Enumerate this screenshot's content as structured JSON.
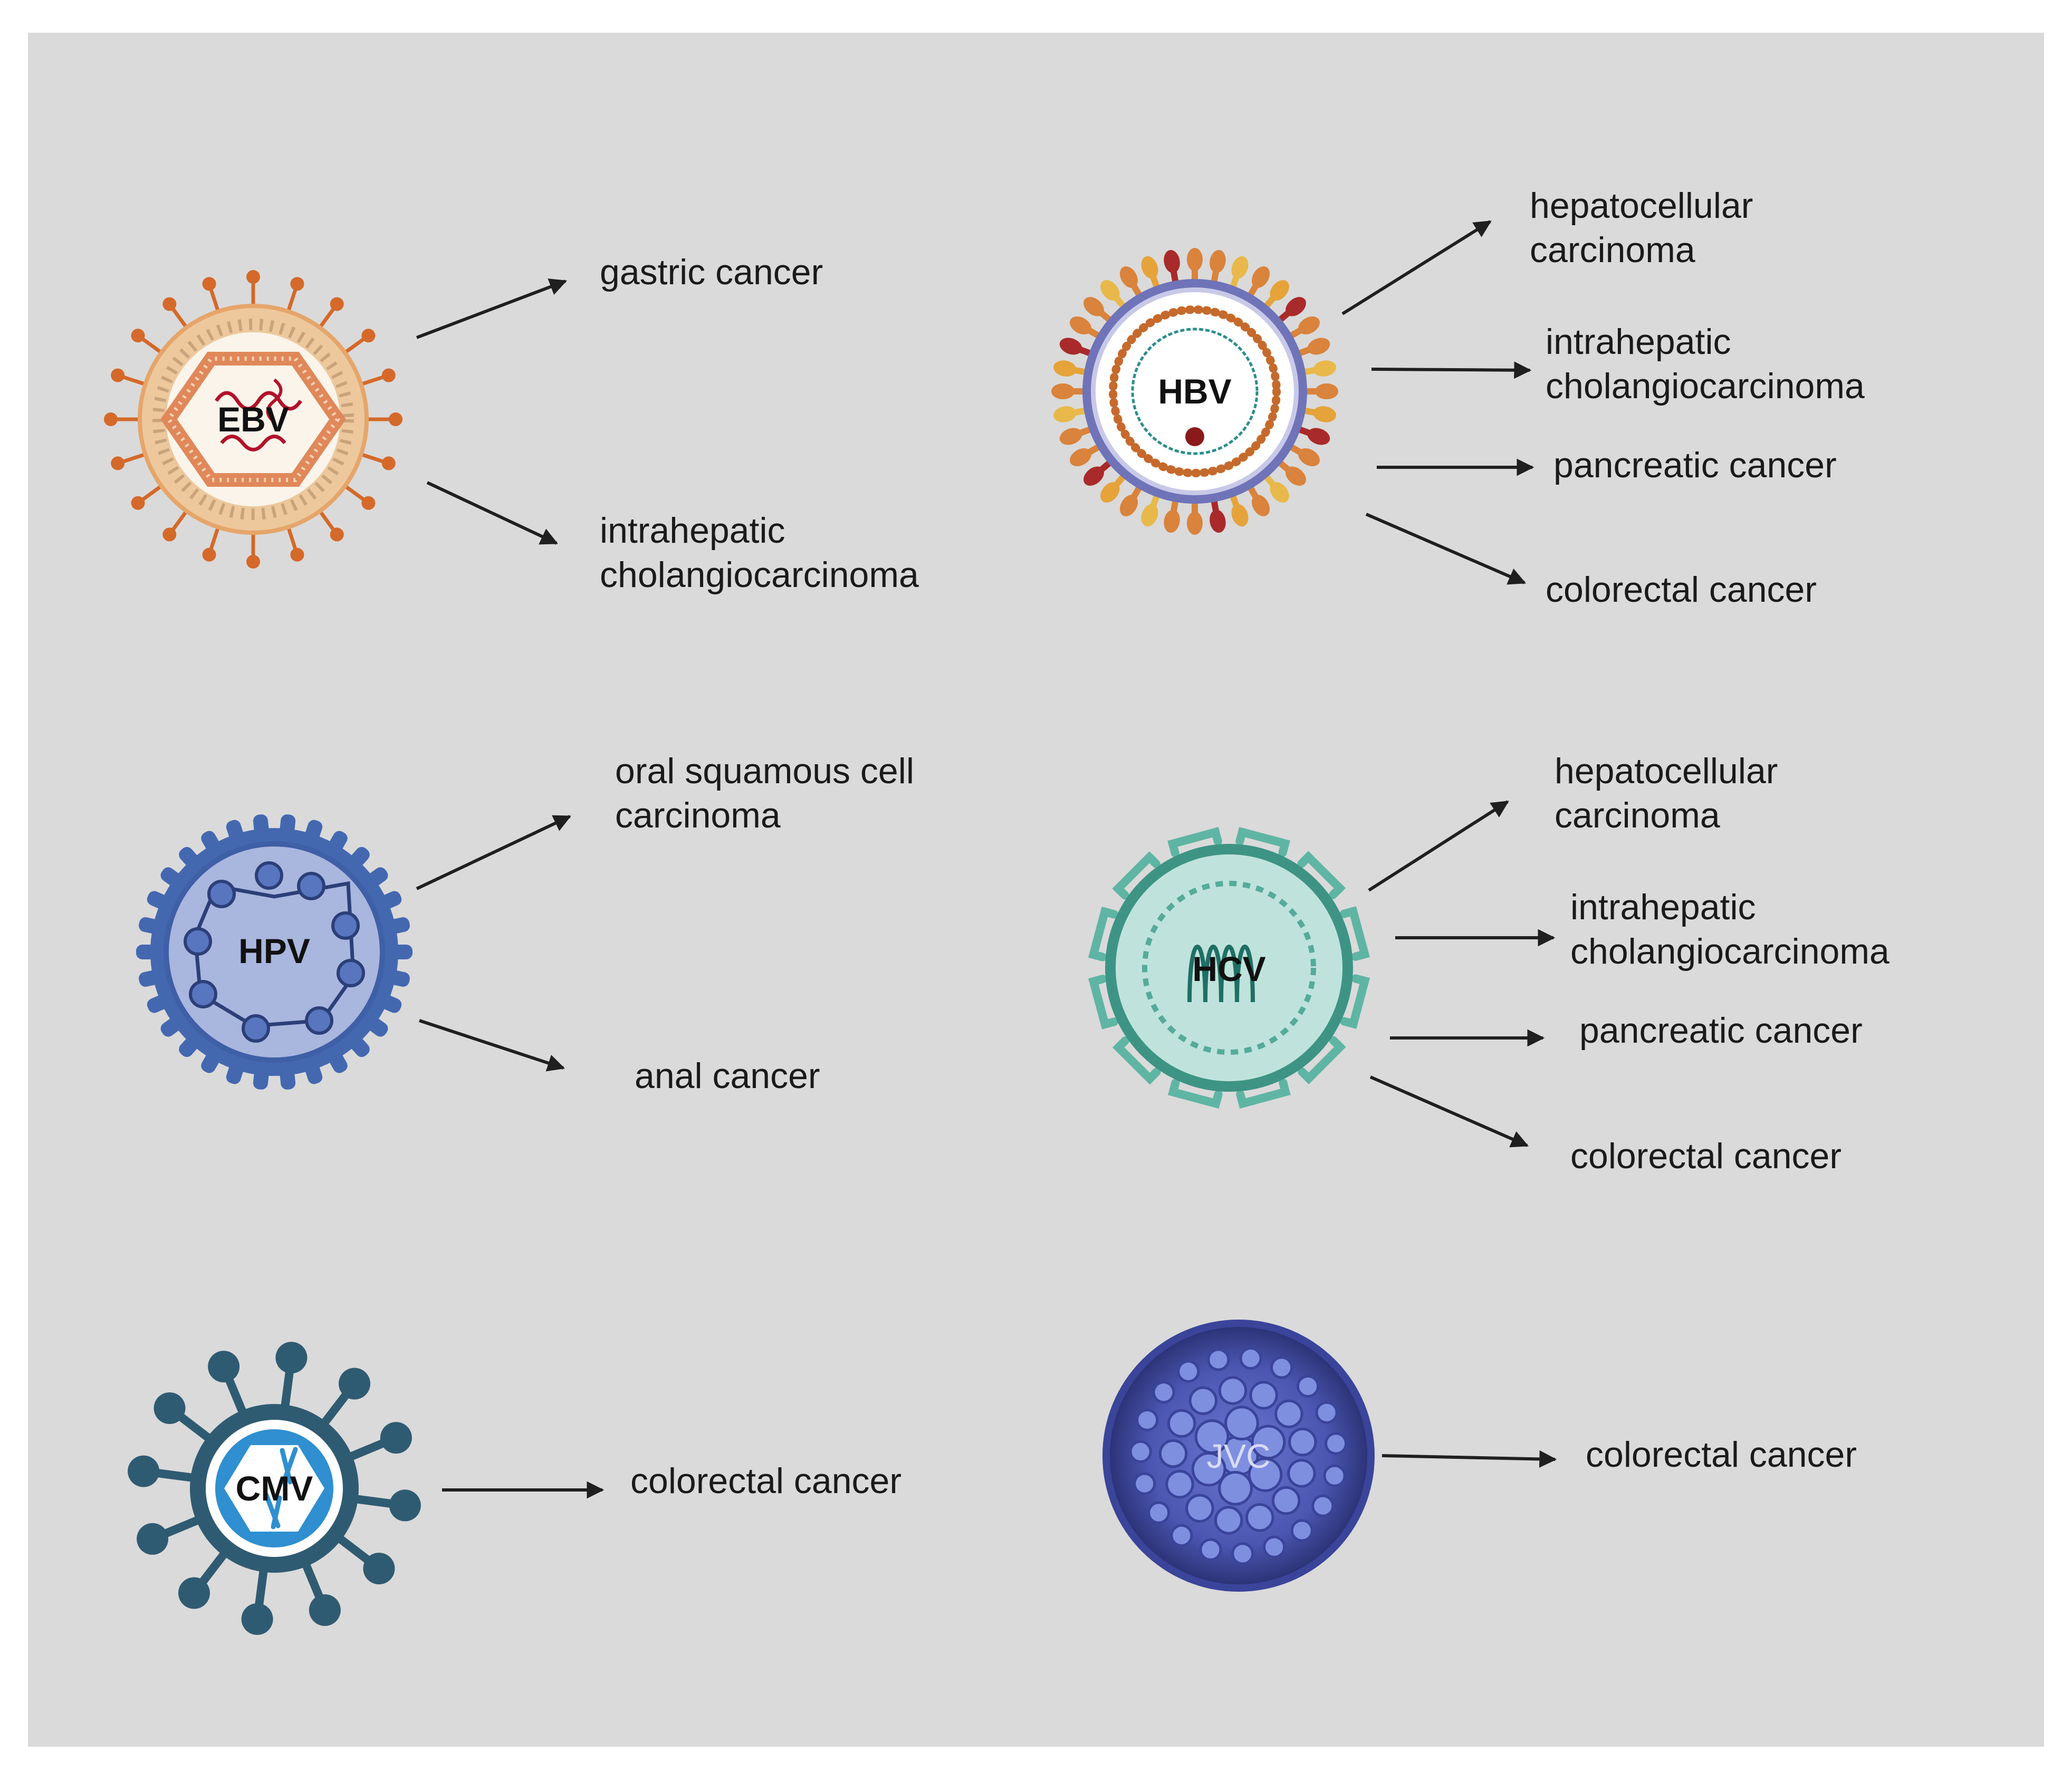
{
  "colors": {
    "panel_background": "#dadada",
    "arrow": "#1f1f1f",
    "ebv_accent": "#d4692a",
    "hbv_accent": "#6f73b8",
    "hpv_accent": "#3f5fa6",
    "hcv_accent": "#3e9484",
    "cmv_accent": "#2f5b72",
    "jvc_accent": "#4450a8"
  },
  "viruses": [
    {
      "id": "ebv",
      "label": "EBV",
      "icon": "ebv-virion-icon",
      "cancers": [
        "gastric cancer",
        "intrahepatic cholangiocarcinoma"
      ]
    },
    {
      "id": "hbv",
      "label": "HBV",
      "icon": "hbv-virion-icon",
      "cancers": [
        "hepatocellular carcinoma",
        "intrahepatic cholangiocarcinoma",
        "pancreatic cancer",
        "colorectal cancer"
      ]
    },
    {
      "id": "hpv",
      "label": "HPV",
      "icon": "hpv-virion-icon",
      "cancers": [
        "oral squamous cell carcinoma",
        "anal cancer"
      ]
    },
    {
      "id": "hcv",
      "label": "HCV",
      "icon": "hcv-virion-icon",
      "cancers": [
        "hepatocellular carcinoma",
        "intrahepatic cholangiocarcinoma",
        "pancreatic cancer",
        "colorectal cancer"
      ]
    },
    {
      "id": "cmv",
      "label": "CMV",
      "icon": "cmv-virion-icon",
      "cancers": [
        "colorectal cancer"
      ]
    },
    {
      "id": "jvc",
      "label": "JVC",
      "icon": "jvc-virion-icon",
      "cancers": [
        "colorectal cancer"
      ]
    }
  ],
  "labels": {
    "ebv_1": "gastric cancer",
    "ebv_2a": "intrahepatic",
    "ebv_2b": "cholangiocarcinoma",
    "hbv_1a": "hepatocellular",
    "hbv_1b": "carcinoma",
    "hbv_2a": "intrahepatic",
    "hbv_2b": "cholangiocarcinoma",
    "hbv_3": "pancreatic cancer",
    "hbv_4": "colorectal cancer",
    "hpv_1a": "oral squamous cell",
    "hpv_1b": "carcinoma",
    "hpv_2": "anal cancer",
    "hcv_1a": "hepatocellular",
    "hcv_1b": "carcinoma",
    "hcv_2a": "intrahepatic",
    "hcv_2b": "cholangiocarcinoma",
    "hcv_3": "pancreatic cancer",
    "hcv_4": "colorectal cancer",
    "cmv_1": "colorectal cancer",
    "jvc_1": "colorectal cancer"
  }
}
